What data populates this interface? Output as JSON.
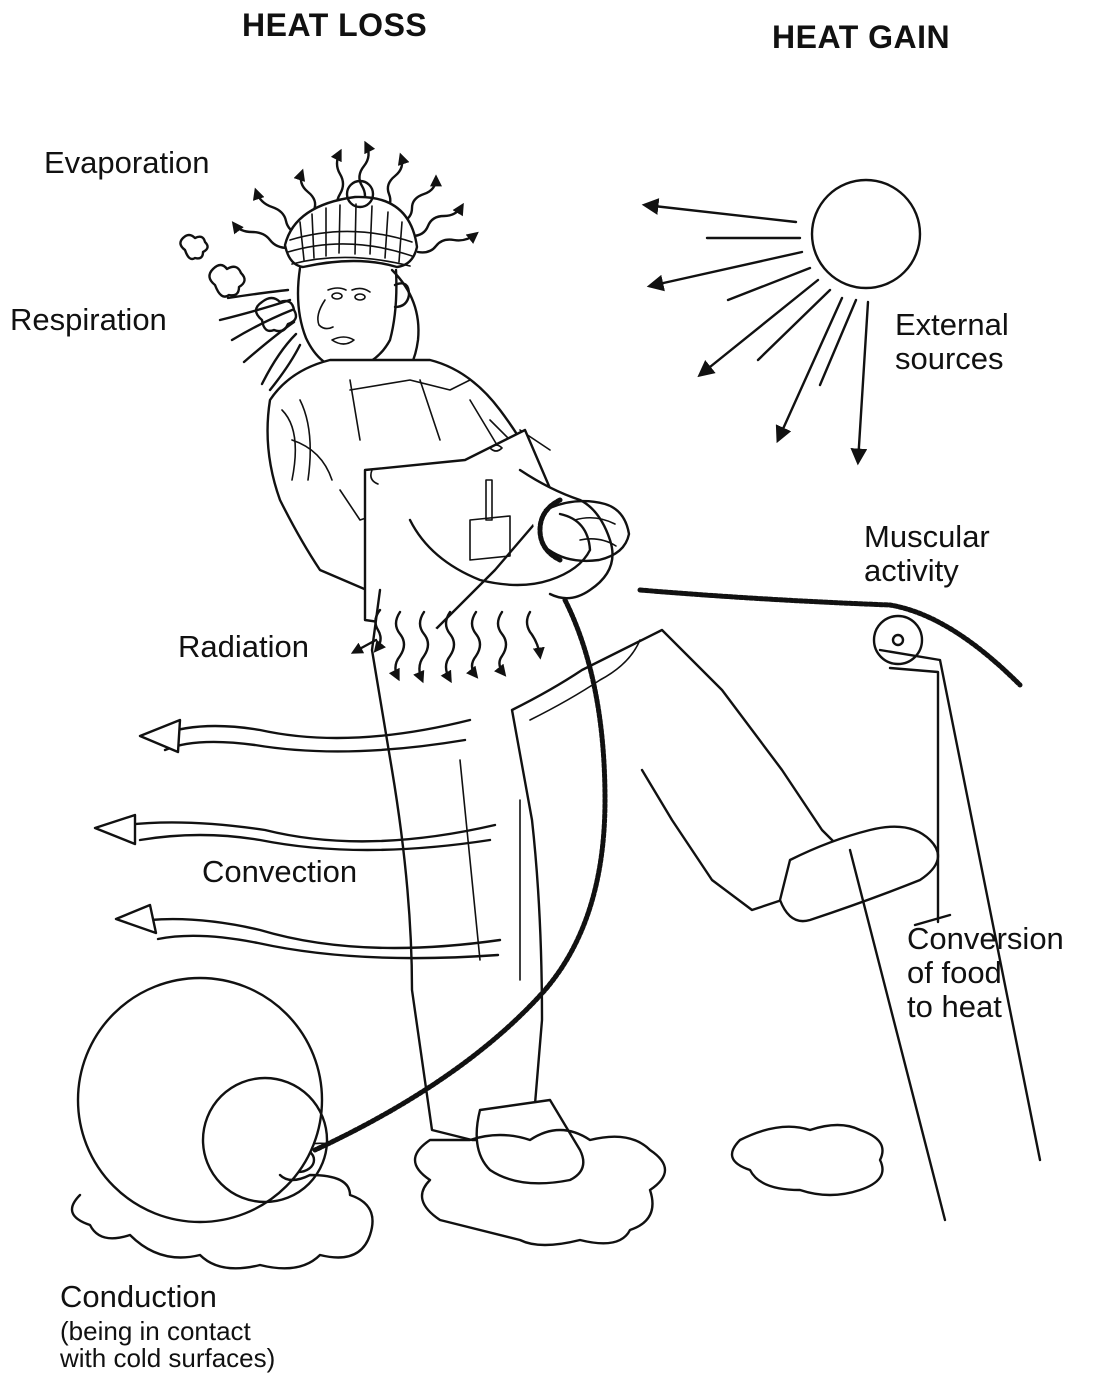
{
  "headers": {
    "heat_loss": "HEAT LOSS",
    "heat_gain": "HEAT  GAIN"
  },
  "loss_labels": {
    "evaporation": "Evaporation",
    "respiration": "Respiration",
    "radiation": "Radiation",
    "convection": "Convection",
    "conduction": "Conduction",
    "conduction_note_line1": "(being in contact",
    "conduction_note_line2": "with cold surfaces)"
  },
  "gain_labels": {
    "external_line1": "External",
    "external_line2": "sources",
    "muscular_line1": "Muscular",
    "muscular_line2": "activity",
    "food_line1": "Conversion",
    "food_line2": "of food",
    "food_line3": "to heat"
  },
  "colors": {
    "ink": "#111111",
    "paper": "#ffffff"
  }
}
